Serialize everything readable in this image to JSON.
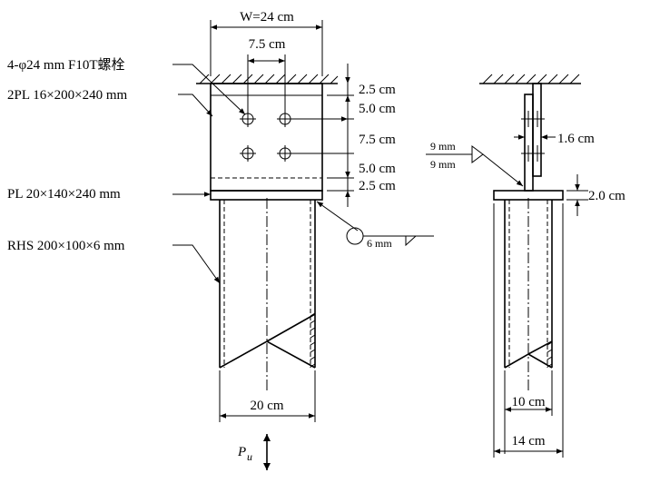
{
  "front_view": {
    "width_label": "W=24 cm",
    "bolt_spacing_label": "7.5 cm",
    "bolt_label": "4-φ24 mm F10T螺栓",
    "splice_plate_label": "2PL 16×200×240 mm",
    "end_plate_label": "PL 20×140×240 mm",
    "rhs_label": "RHS 200×100×6 mm",
    "weld_label": "6 mm",
    "dim_top_edge": "2.5 cm",
    "dim_edge_1": "5.0 cm",
    "dim_pitch": "7.5 cm",
    "dim_edge_2": "5.0 cm",
    "dim_bottom_edge": "2.5 cm",
    "rhs_depth_label": "20 cm",
    "load_symbol": "P",
    "load_subscript": "u"
  },
  "side_view": {
    "plate_thickness_label": "1.6 cm",
    "weld_top_label": "9 mm",
    "weld_bottom_label": "9 mm",
    "end_plate_thickness_label": "2.0 cm",
    "rhs_width_label": "10 cm",
    "end_plate_width_label": "14 cm"
  }
}
